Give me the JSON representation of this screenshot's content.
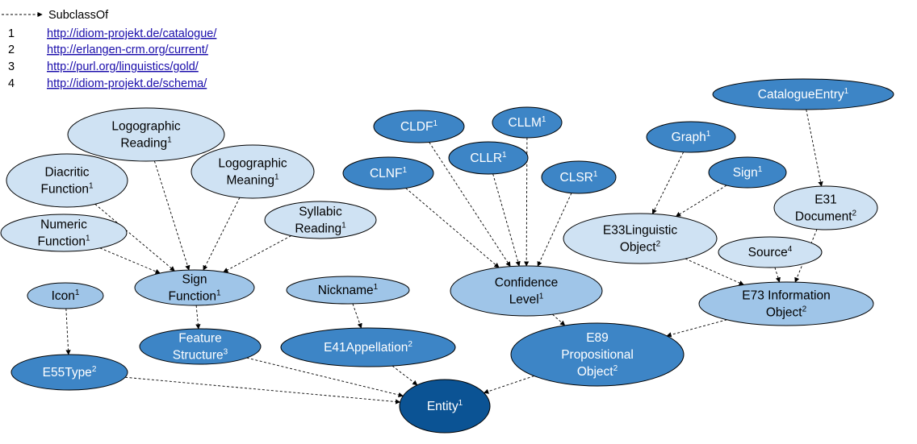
{
  "legend": {
    "subclass_label": "SubclassOf",
    "sources": [
      {
        "num": "1",
        "url": "http://idiom-projekt.de/catalogue/"
      },
      {
        "num": "2",
        "url": "http://erlangen-crm.org/current/"
      },
      {
        "num": "3",
        "url": "http://purl.org/linguistics/gold/"
      },
      {
        "num": "4",
        "url": "http://idiom-projekt.de/schema/"
      }
    ]
  },
  "colors": {
    "light": "#cfe2f3",
    "mid": "#9fc5e8",
    "dark": "#3d85c6",
    "darkest": "#0b5394",
    "stroke": "#000000"
  },
  "nodes": {
    "logographic_reading": {
      "lines": [
        "Logographic",
        "Reading"
      ],
      "sup": "1"
    },
    "diacritic_function": {
      "lines": [
        "Diacritic",
        "Function"
      ],
      "sup": "1"
    },
    "logographic_meaning": {
      "lines": [
        "Logographic",
        "Meaning"
      ],
      "sup": "1"
    },
    "numeric_function": {
      "lines": [
        "Numeric",
        "Function"
      ],
      "sup": "1"
    },
    "syllabic_reading": {
      "lines": [
        "Syllabic",
        "Reading"
      ],
      "sup": "1"
    },
    "sign_function": {
      "lines": [
        "Sign",
        "Function"
      ],
      "sup": "1"
    },
    "icon": {
      "lines": [
        "Icon"
      ],
      "sup": "1"
    },
    "nickname": {
      "lines": [
        "Nickname"
      ],
      "sup": "1"
    },
    "feature_structure": {
      "lines": [
        "Feature",
        "Structure"
      ],
      "sup": "3"
    },
    "e41_appellation": {
      "lines": [
        "E41Appellation"
      ],
      "sup": "2"
    },
    "e55_type": {
      "lines": [
        "E55Type"
      ],
      "sup": "2"
    },
    "entity": {
      "lines": [
        "Entity"
      ],
      "sup": "1"
    },
    "cldf": {
      "lines": [
        "CLDF"
      ],
      "sup": "1"
    },
    "cllm": {
      "lines": [
        "CLLM"
      ],
      "sup": "1"
    },
    "cllr": {
      "lines": [
        "CLLR"
      ],
      "sup": "1"
    },
    "clnf": {
      "lines": [
        "CLNF"
      ],
      "sup": "1"
    },
    "clsr": {
      "lines": [
        "CLSR"
      ],
      "sup": "1"
    },
    "confidence_level": {
      "lines": [
        "Confidence",
        "Level"
      ],
      "sup": "1"
    },
    "e89_propositional_object": {
      "lines": [
        "E89",
        "Propositional",
        "Object"
      ],
      "sup": "2"
    },
    "catalogue_entry": {
      "lines": [
        "CatalogueEntry"
      ],
      "sup": "1"
    },
    "graph": {
      "lines": [
        "Graph"
      ],
      "sup": "1"
    },
    "sign": {
      "lines": [
        "Sign"
      ],
      "sup": "1"
    },
    "e31_document": {
      "lines": [
        "E31",
        "Document"
      ],
      "sup": "2"
    },
    "e33_linguistic_object": {
      "lines": [
        "E33Linguistic",
        "Object"
      ],
      "sup": "2"
    },
    "source": {
      "lines": [
        "Source"
      ],
      "sup": "4"
    },
    "e73_information_object": {
      "lines": [
        "E73 Information",
        "Object"
      ],
      "sup": "2"
    }
  },
  "edges": [
    [
      "logographic_reading",
      "sign_function"
    ],
    [
      "diacritic_function",
      "sign_function"
    ],
    [
      "logographic_meaning",
      "sign_function"
    ],
    [
      "numeric_function",
      "sign_function"
    ],
    [
      "syllabic_reading",
      "sign_function"
    ],
    [
      "sign_function",
      "feature_structure"
    ],
    [
      "icon",
      "e55_type"
    ],
    [
      "nickname",
      "e41_appellation"
    ],
    [
      "e55_type",
      "entity"
    ],
    [
      "e41_appellation",
      "entity"
    ],
    [
      "feature_structure",
      "entity"
    ],
    [
      "e89_propositional_object",
      "entity"
    ],
    [
      "cldf",
      "confidence_level"
    ],
    [
      "cllm",
      "confidence_level"
    ],
    [
      "cllr",
      "confidence_level"
    ],
    [
      "clnf",
      "confidence_level"
    ],
    [
      "clsr",
      "confidence_level"
    ],
    [
      "confidence_level",
      "e89_propositional_object"
    ],
    [
      "catalogue_entry",
      "e31_document"
    ],
    [
      "graph",
      "e33_linguistic_object"
    ],
    [
      "sign",
      "e33_linguistic_object"
    ],
    [
      "e31_document",
      "e73_information_object"
    ],
    [
      "e33_linguistic_object",
      "e73_information_object"
    ],
    [
      "source",
      "e73_information_object"
    ],
    [
      "e73_information_object",
      "e89_propositional_object"
    ]
  ]
}
